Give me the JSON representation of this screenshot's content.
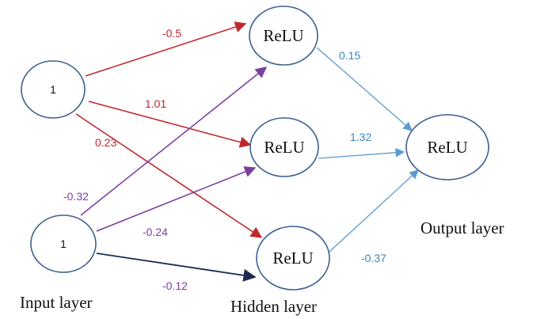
{
  "input_nodes": [
    {
      "label": "1"
    },
    {
      "label": "1"
    }
  ],
  "hidden_nodes": [
    {
      "label": "ReLU"
    },
    {
      "label": "ReLU"
    },
    {
      "label": "ReLU"
    }
  ],
  "output_nodes": [
    {
      "label": "ReLU"
    }
  ],
  "layer_labels": {
    "input": "Input layer",
    "hidden": "Hidden layer",
    "output": "Output layer"
  },
  "weights": {
    "in1_h1": "-0.5",
    "in1_h2": "1.01",
    "in1_h3": "0.23",
    "in2_h1": "-0.32",
    "in2_h2": "-0.24",
    "in2_h3": "-0.12",
    "h1_out": "0.15",
    "h2_out": "1.32",
    "h3_out": "-0.37"
  },
  "colors": {
    "input1_edges": "#c0282d",
    "input2_edges": "#7b3fa0",
    "input2_to_h3": "#1c2a52",
    "hidden_to_output": "#5b9bd0",
    "hidden_to_output_label": "#3b86c0",
    "node_stroke": "#3e5f92"
  }
}
